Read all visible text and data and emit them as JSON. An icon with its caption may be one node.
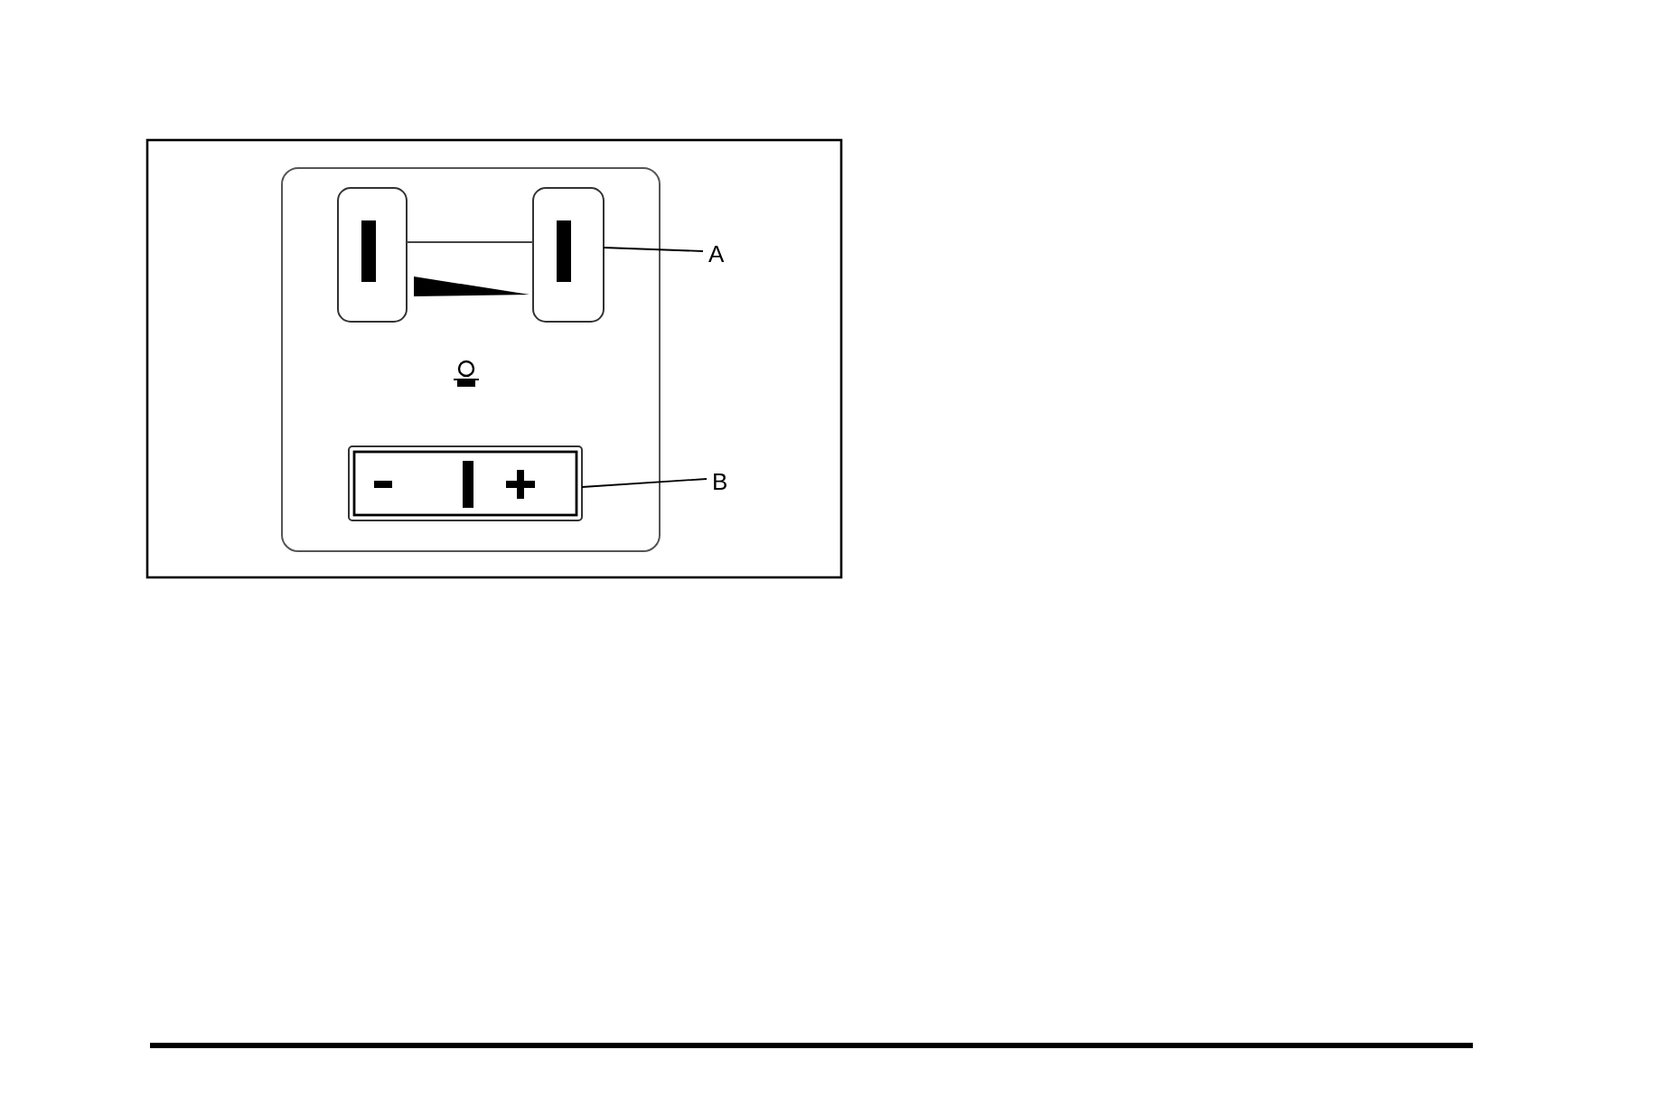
{
  "diagram": {
    "nodes": [
      {
        "text": [],
        "shape": "box"
      },
      {
        "text": [],
        "shape": "box"
      },
      {
        "text": [
          "A"
        ]
      },
      {
        "text": [],
        "shape": "box"
      },
      {
        "text": [
          "B"
        ]
      }
    ],
    "edges": [
      {
        "from": 0,
        "to": 1,
        "arrow": "none"
      },
      {
        "from": 2,
        "to": 1,
        "arrow": "none"
      },
      {
        "from": 4,
        "to": 3,
        "arrow": "none"
      }
    ]
  }
}
